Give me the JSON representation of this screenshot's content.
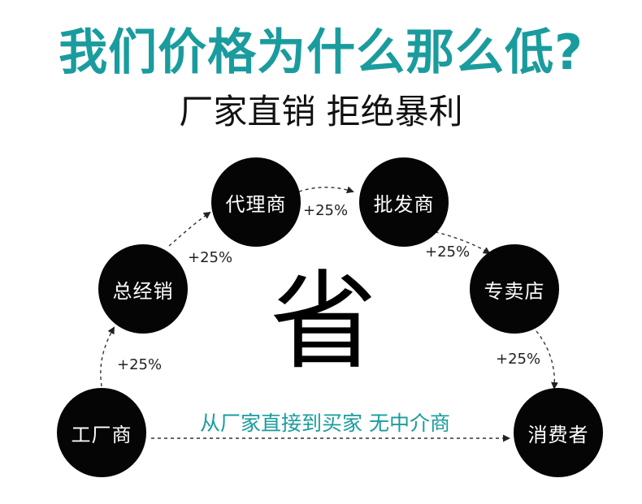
{
  "headline": "我们价格为什么那么低?",
  "subheadline": "厂家直销 拒绝暴利",
  "colors": {
    "accent": "#1a9c9e",
    "node": "#050505",
    "node_text": "#ffffff"
  },
  "nodes": {
    "factory": "工厂商",
    "distributor": "总经销",
    "agent": "代理商",
    "wholesaler": "批发商",
    "store": "专卖店",
    "consumer": "消费者"
  },
  "markups": {
    "factory_to_distributor": "+25%",
    "distributor_to_agent": "+25%",
    "agent_to_wholesaler": "+25%",
    "wholesaler_to_store": "+25%",
    "store_to_consumer": "+25%"
  },
  "center_character": "省",
  "direct_path_text": "从厂家直接到买家 无中介商"
}
